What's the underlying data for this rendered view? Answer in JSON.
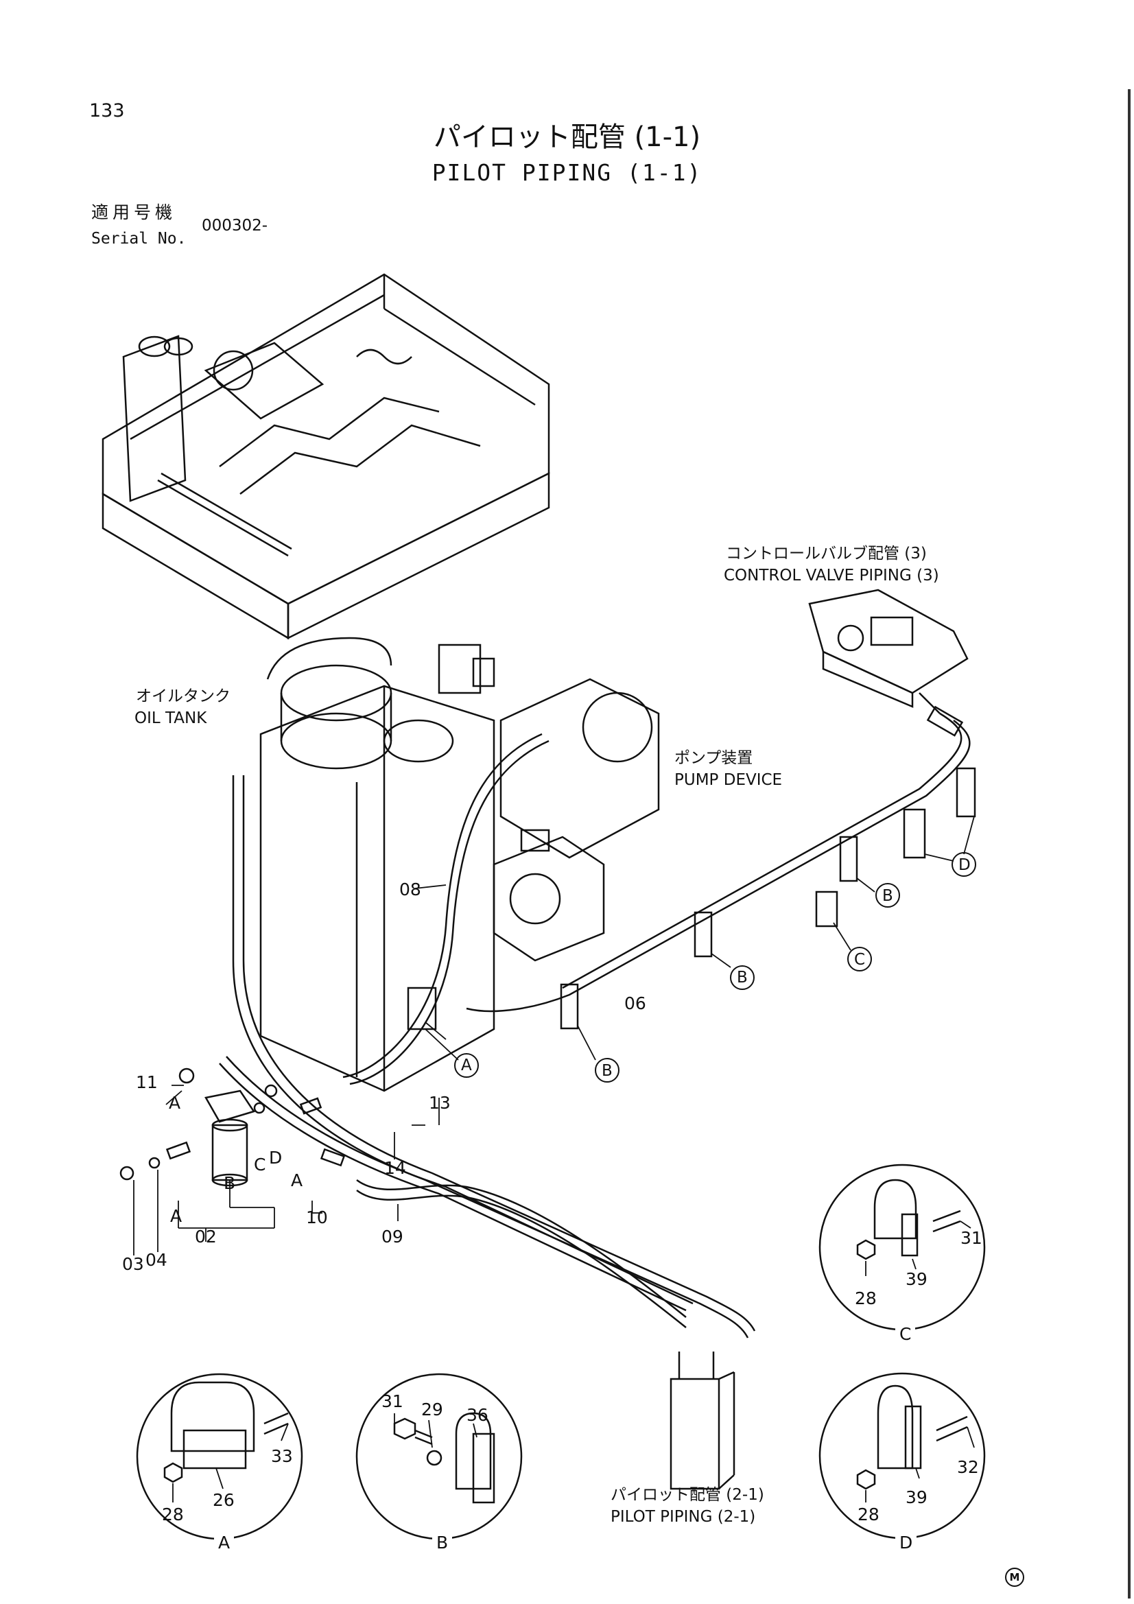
{
  "header": {
    "page_number": "133",
    "title_jp": "パイロット配管 (1-1)",
    "title_en": "PILOT PIPING (1-1)",
    "serial_label_jp": "適用号機",
    "serial_label_en": "Serial No.",
    "serial_value": "000302-"
  },
  "labels": {
    "control_valve_jp": "コントロールバルブ配管 (3)",
    "control_valve_en": "CONTROL VALVE PIPING (3)",
    "oil_tank_jp": "オイルタンク",
    "oil_tank_en": "OIL TANK",
    "pump_jp": "ポンプ装置",
    "pump_en": "PUMP DEVICE",
    "pilot_jp": "パイロット配管 (2-1)",
    "pilot_en": "PILOT PIPING (2-1)"
  },
  "part_numbers": {
    "p08": "08",
    "p06": "06",
    "p13": "13",
    "p14": "14",
    "p11": "11",
    "p10": "10",
    "p09": "09",
    "p02": "02",
    "p03": "03",
    "p04": "04",
    "c31": "31",
    "c39": "39",
    "c28": "28",
    "a33": "33",
    "a26": "26",
    "a28": "28",
    "b31": "31",
    "b29": "29",
    "b36": "36",
    "d32": "32",
    "d39": "39",
    "d28": "28"
  },
  "refs": {
    "A": "A",
    "B": "B",
    "C": "C",
    "D": "D"
  },
  "detail_views": {
    "A": "A",
    "B": "B",
    "C": "C",
    "D": "D"
  },
  "mark": "M"
}
